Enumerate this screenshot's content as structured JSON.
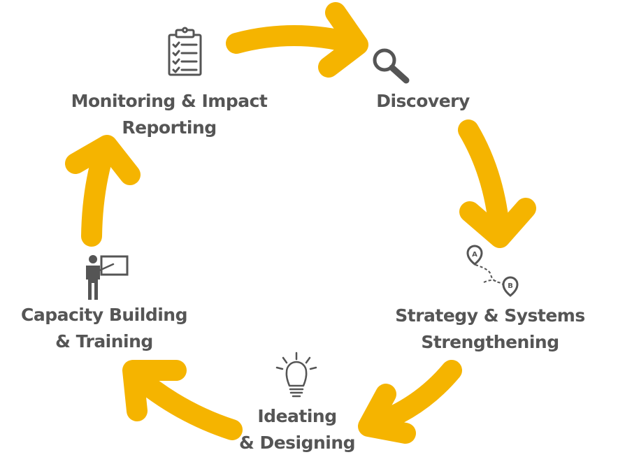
{
  "colors": {
    "arrow": "#F5B400",
    "text": "#555555",
    "icon": "#555555"
  },
  "steps": [
    {
      "id": "discovery",
      "lines": [
        "Discovery"
      ],
      "icon": "magnifier-icon"
    },
    {
      "id": "strategy",
      "lines": [
        "Strategy & Systems",
        "Strengthening"
      ],
      "icon": "route-a-to-b-icon"
    },
    {
      "id": "ideating",
      "lines": [
        "Ideating",
        "& Designing"
      ],
      "icon": "lightbulb-icon"
    },
    {
      "id": "capacity",
      "lines": [
        "Capacity Building",
        "& Training"
      ],
      "icon": "presenter-icon"
    },
    {
      "id": "monitoring",
      "lines": [
        "Monitoring & Impact",
        "Reporting"
      ],
      "icon": "clipboard-checklist-icon"
    }
  ],
  "route_markers": [
    "A",
    "B"
  ]
}
